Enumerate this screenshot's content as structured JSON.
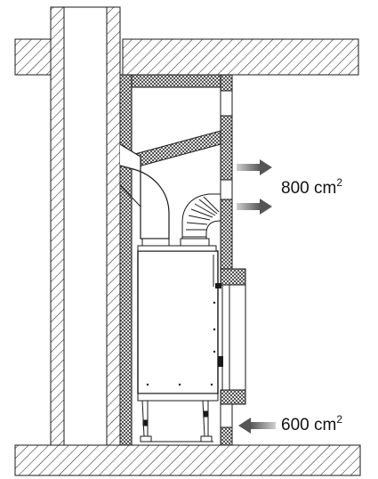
{
  "labels": {
    "outlet_value": "800 cm",
    "outlet_exp": "2",
    "inlet_value": "600 cm",
    "inlet_exp": "2"
  },
  "colors": {
    "line": "#1a1a1a",
    "arrow_dark": "#555555",
    "arrow_light": "#bdbdbd",
    "background": "#ffffff"
  },
  "icons": {
    "outlet_arrows": "right-arrow-icon",
    "inlet_arrow": "left-arrow-icon"
  }
}
